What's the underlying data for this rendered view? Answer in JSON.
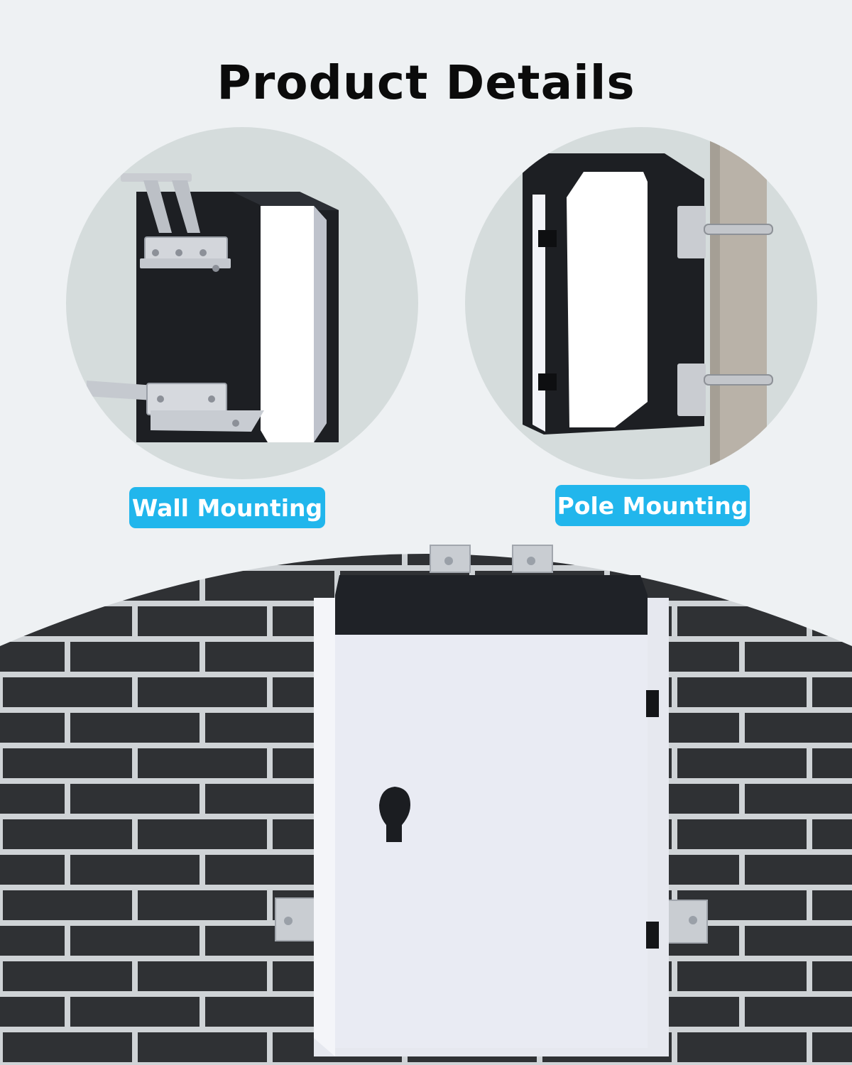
{
  "page": {
    "title": "Product Details"
  },
  "mounting_options": [
    {
      "label": "Wall Mounting",
      "icon": "wall-mount-bracket-icon"
    },
    {
      "label": "Pole Mounting",
      "icon": "pole-clamp-icon"
    }
  ],
  "colors": {
    "background": "#eef1f3",
    "label_accent": "#21b6ec",
    "enclosure_body": "#e9ebf3",
    "enclosure_top": "#1f2227",
    "brick_wall": "#2f3134"
  }
}
